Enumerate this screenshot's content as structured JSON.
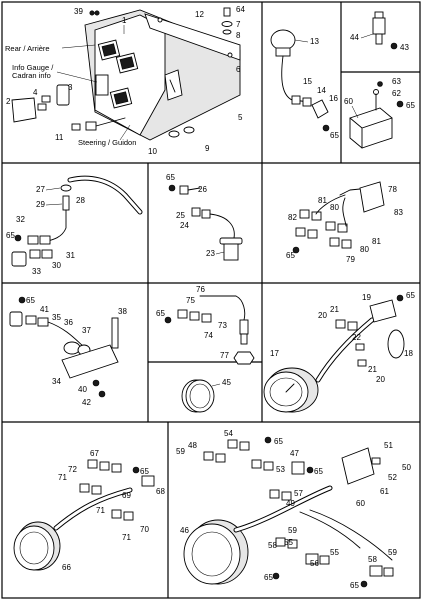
{
  "title": "",
  "callouts": {
    "rear": "Rear / Arrière",
    "info_gauge_1": "Info Gauge /",
    "info_gauge_2": "Cadran info",
    "steering": "Steering / Guidon"
  },
  "panel1": {
    "n39": "39",
    "n1": "1",
    "n3": "3",
    "n2": "2",
    "n4": "4",
    "n11": "11",
    "n10": "10",
    "n9": "9",
    "n5": "5",
    "n12": "12",
    "n64": "64",
    "n7": "7",
    "n8": "8",
    "n6": "6"
  },
  "panel2": {
    "n13": "13",
    "n15": "15",
    "n14": "14",
    "n16": "16",
    "n65": "65"
  },
  "panel3": {
    "n44": "44",
    "n43": "43"
  },
  "panel4": {
    "n63": "63",
    "n62": "62",
    "n65": "65",
    "n60": "60"
  },
  "panel5": {
    "n27": "27",
    "n28": "28",
    "n29": "29",
    "n32": "32",
    "n65": "65",
    "n31": "31",
    "n30": "30",
    "n33": "33"
  },
  "panel6": {
    "n65": "65",
    "n26": "26",
    "n25": "25",
    "n24": "24",
    "n23": "23"
  },
  "panel7": {
    "n78": "78",
    "n81a": "81",
    "n80a": "80",
    "n82": "82",
    "n83": "83",
    "n81b": "81",
    "n80b": "80",
    "n65": "65",
    "n79": "79"
  },
  "panel8": {
    "n65": "65",
    "n41": "41",
    "n35": "35",
    "n36": "36",
    "n37": "37",
    "n38": "38",
    "n34": "34",
    "n40": "40",
    "n42": "42"
  },
  "panel9": {
    "n76": "76",
    "n75": "75",
    "n65": "65",
    "n74": "74",
    "n73": "73",
    "n77": "77"
  },
  "panel10": {
    "n45": "45"
  },
  "panel11": {
    "n19": "19",
    "n65a": "65",
    "n20a": "20",
    "n21a": "21",
    "n22": "22",
    "n17": "17",
    "n18": "18",
    "n21b": "21",
    "n20b": "20"
  },
  "panel12": {
    "n67": "67",
    "n72": "72",
    "n71a": "71",
    "n65": "65",
    "n69": "69",
    "n71b": "71",
    "n68": "68",
    "n70": "70",
    "n71c": "71",
    "n66": "66"
  },
  "panel13": {
    "n48": "48",
    "n54": "54",
    "n65a": "65",
    "n59a": "59",
    "n47": "47",
    "n53": "53",
    "n65b": "65",
    "n51": "51",
    "n50": "50",
    "n52": "52",
    "n61": "61",
    "n57": "57",
    "n49": "49",
    "n60": "60",
    "n46": "46",
    "n59b": "59",
    "n55a": "55",
    "n55b": "55",
    "n58a": "58",
    "n56": "56",
    "n59c": "59",
    "n58b": "58",
    "n65c": "65",
    "n65d": "65"
  }
}
